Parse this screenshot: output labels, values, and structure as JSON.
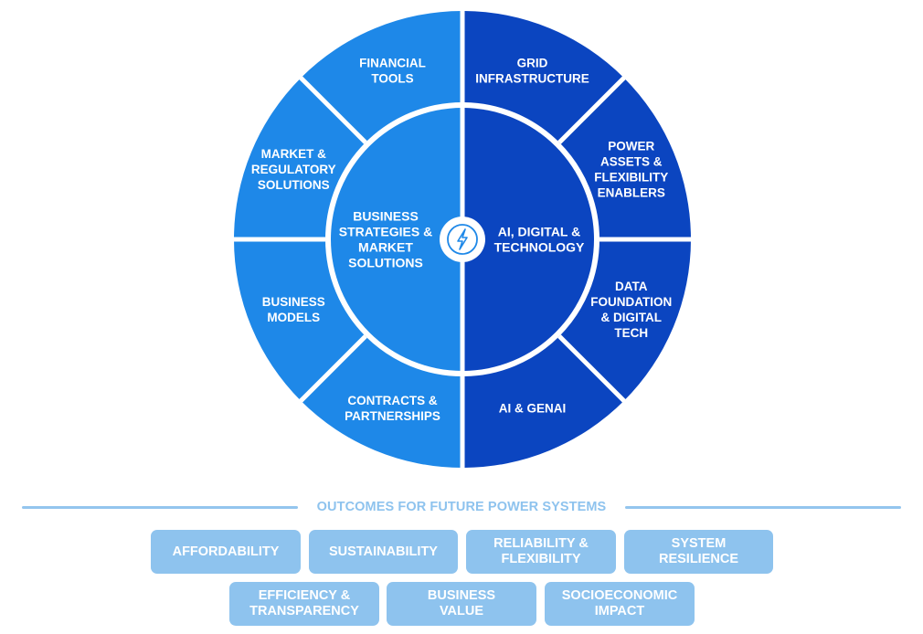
{
  "wheel": {
    "center_icon": "lightning-bolt-icon",
    "left_half": {
      "label": "BUSINESS\nSTRATEGIES &\nMARKET\nSOLUTIONS",
      "color": "#1e88e8",
      "segments": [
        {
          "key": "financial-tools",
          "label": "FINANCIAL\nTOOLS"
        },
        {
          "key": "market-regulatory",
          "label": "MARKET &\nREGULATORY\nSOLUTIONS"
        },
        {
          "key": "business-models",
          "label": "BUSINESS\nMODELS"
        },
        {
          "key": "contracts-partnerships",
          "label": "CONTRACTS &\nPARTNERSHIPS"
        }
      ]
    },
    "right_half": {
      "label": "AI, DIGITAL &\nTECHNOLOGY",
      "color": "#0b45c0",
      "segments": [
        {
          "key": "grid-infrastructure",
          "label": "GRID\nINFRASTRUCTURE"
        },
        {
          "key": "power-assets",
          "label": "POWER\nASSETS &\nFLEXIBILITY\nENABLERS"
        },
        {
          "key": "data-foundation",
          "label": "DATA\nFOUNDATION\n& DIGITAL\nTECH"
        },
        {
          "key": "ai-genai",
          "label": "AI & GENAI"
        }
      ]
    }
  },
  "outcomes": {
    "title": "OUTCOMES FOR FUTURE POWER SYSTEMS",
    "color": "#8ec3ee",
    "items": [
      {
        "key": "affordability",
        "label": "AFFORDABILITY"
      },
      {
        "key": "sustainability",
        "label": "SUSTAINABILITY"
      },
      {
        "key": "reliability-flexibility",
        "label": "RELIABILITY &\nFLEXIBILITY"
      },
      {
        "key": "system-resilience",
        "label": "SYSTEM\nRESILIENCE"
      },
      {
        "key": "efficiency-transparency",
        "label": "EFFICIENCY &\nTRANSPARENCY"
      },
      {
        "key": "business-value",
        "label": "BUSINESS\nVALUE"
      },
      {
        "key": "socioeconomic-impact",
        "label": "SOCIOECONOMIC\nIMPACT"
      }
    ]
  }
}
